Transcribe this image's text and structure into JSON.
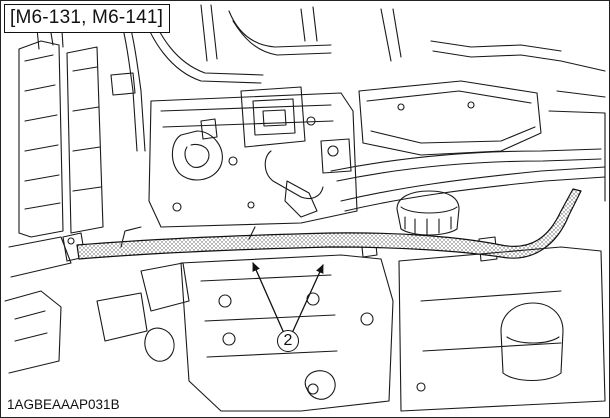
{
  "figure": {
    "model_label": "[M6-131, M6-141]",
    "callout_number": "2",
    "figure_code": "1AGBEAAAP031B"
  }
}
